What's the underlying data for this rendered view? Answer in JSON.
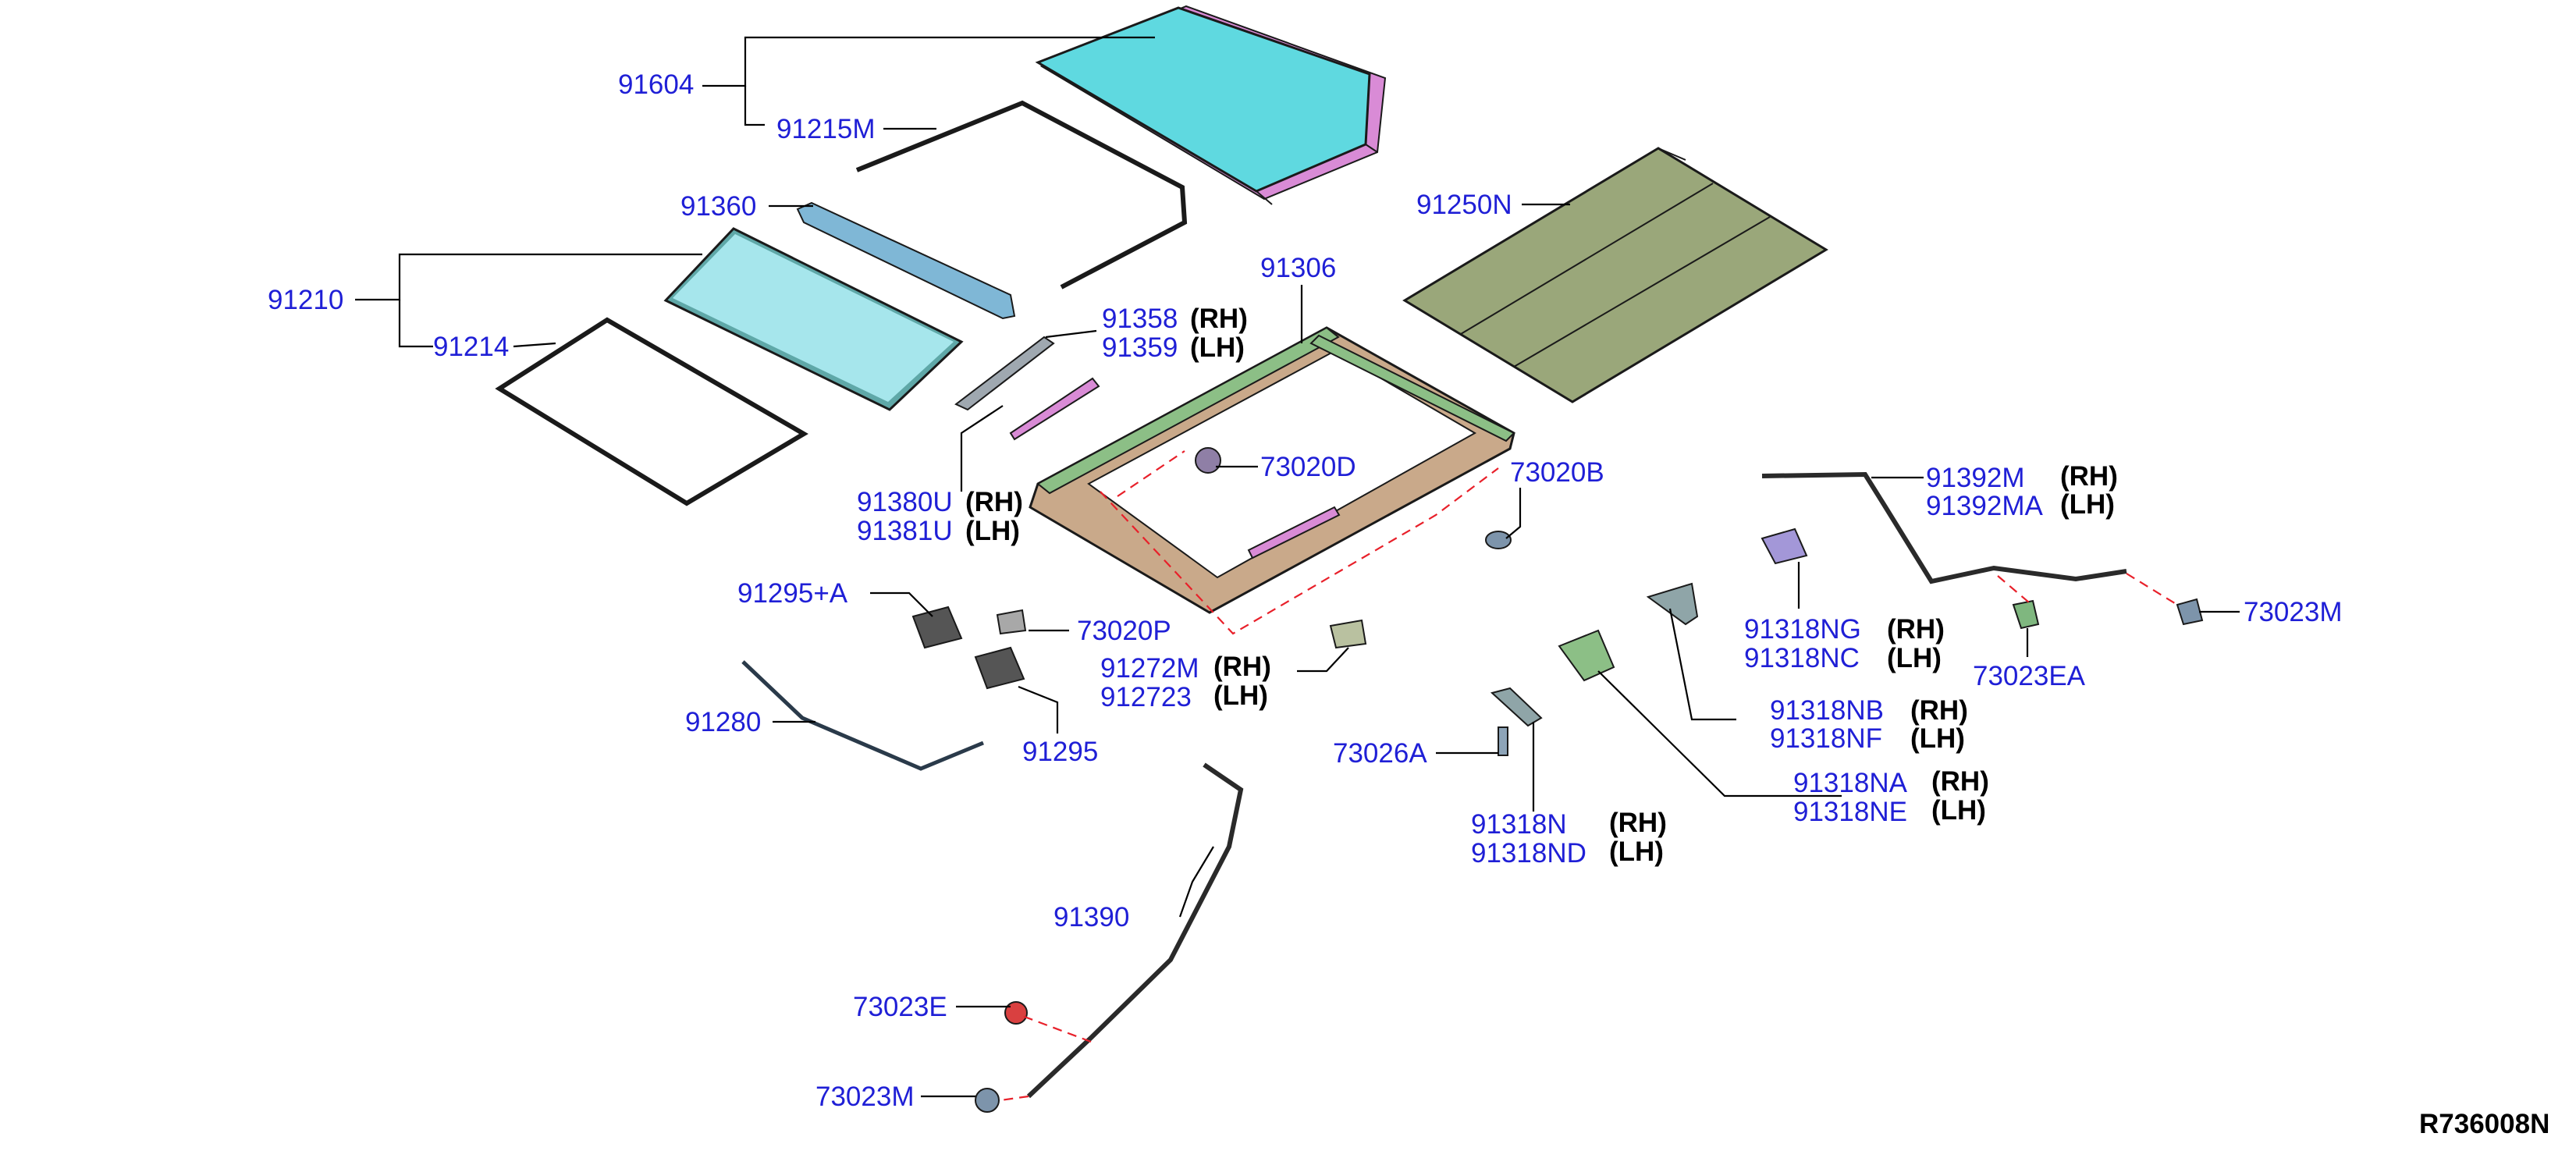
{
  "diagram": {
    "reference_code": "R736008N",
    "side_markers": {
      "rh": "(RH)",
      "lh": "(LH)"
    },
    "colors": {
      "part_number": "#1f1fd6",
      "glass_cyan": "#5fd9e0",
      "glass_light": "#a6e6ec",
      "shade_olive": "#9aa77a",
      "frame_tan": "#c9a98a",
      "rail_green": "#8cbf86",
      "seal_pink": "#d98bd6",
      "dashed_link": "#e8202a"
    },
    "parts": {
      "p91604": "91604",
      "p91215M": "91215M",
      "p91360": "91360",
      "p91210": "91210",
      "p91214": "91214",
      "p91250N": "91250N",
      "p91306": "91306",
      "p91358": "91358",
      "p91359": "91359",
      "p91380U": "91380U",
      "p91381U": "91381U",
      "p73020D": "73020D",
      "p73020B": "73020B",
      "p91392M": "91392M",
      "p91392MA": "91392MA",
      "p73023M_right": "73023M",
      "p91318NG": "91318NG",
      "p91318NC": "91318NC",
      "p73023EA": "73023EA",
      "p91295A": "91295+A",
      "p73020P": "73020P",
      "p91272M": "91272M",
      "p912723": "912723",
      "p91280": "91280",
      "p91295": "91295",
      "p91318NB": "91318NB",
      "p91318NF": "91318NF",
      "p73026A": "73026A",
      "p91318NA": "91318NA",
      "p91318NE": "91318NE",
      "p91318N": "91318N",
      "p91318ND": "91318ND",
      "p91390": "91390",
      "p73023E": "73023E",
      "p73023M_bottom": "73023M"
    }
  }
}
